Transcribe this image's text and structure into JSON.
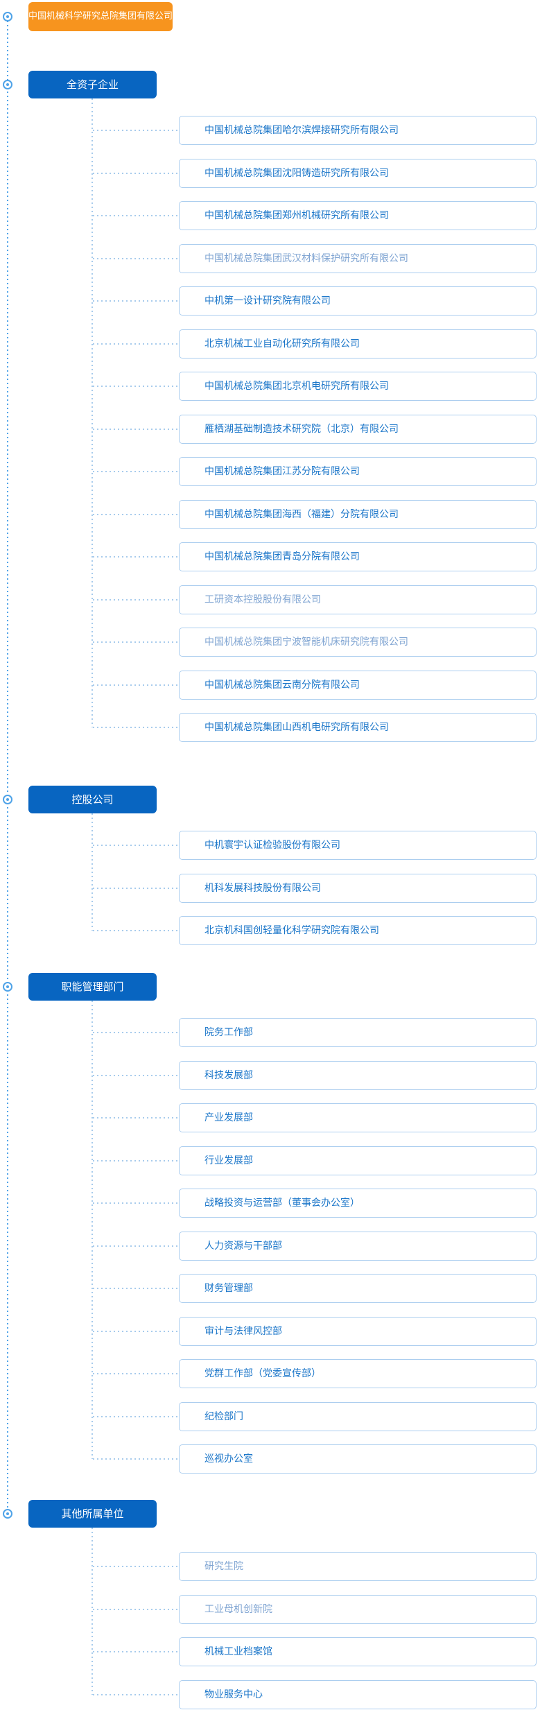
{
  "root": {
    "title": "中国机械科学研究总院集团有限公司"
  },
  "colors": {
    "root_bg": "#F7941E",
    "section_bg": "#0865C1",
    "bullet_line": "#4FA3E8",
    "branch_line": "#A7CBEC",
    "item_border": "#ACCEEF",
    "item_text": "#1B76C9",
    "item_text_muted": "#7FA4D2"
  },
  "sections": [
    {
      "label": "全资子企业",
      "items": [
        {
          "label": "中国机械总院集团哈尔滨焊接研究所有限公司"
        },
        {
          "label": "中国机械总院集团沈阳铸造研究所有限公司"
        },
        {
          "label": "中国机械总院集团郑州机械研究所有限公司"
        },
        {
          "label": "中国机械总院集团武汉材料保护研究所有限公司",
          "muted": true
        },
        {
          "label": "中机第一设计研究院有限公司"
        },
        {
          "label": "北京机械工业自动化研究所有限公司"
        },
        {
          "label": "中国机械总院集团北京机电研究所有限公司"
        },
        {
          "label": "雁栖湖基础制造技术研究院（北京）有限公司"
        },
        {
          "label": "中国机械总院集团江苏分院有限公司"
        },
        {
          "label": "中国机械总院集团海西（福建）分院有限公司"
        },
        {
          "label": "中国机械总院集团青岛分院有限公司"
        },
        {
          "label": "工研资本控股股份有限公司",
          "muted": true
        },
        {
          "label": "中国机械总院集团宁波智能机床研究院有限公司",
          "muted": true
        },
        {
          "label": "中国机械总院集团云南分院有限公司"
        },
        {
          "label": "中国机械总院集团山西机电研究所有限公司"
        }
      ]
    },
    {
      "label": "控股公司",
      "items": [
        {
          "label": "中机寰宇认证检验股份有限公司"
        },
        {
          "label": "机科发展科技股份有限公司"
        },
        {
          "label": "北京机科国创轻量化科学研究院有限公司"
        }
      ]
    },
    {
      "label": "职能管理部门",
      "items": [
        {
          "label": "院务工作部"
        },
        {
          "label": "科技发展部"
        },
        {
          "label": "产业发展部"
        },
        {
          "label": "行业发展部"
        },
        {
          "label": "战略投资与运营部（董事会办公室）"
        },
        {
          "label": "人力资源与干部部"
        },
        {
          "label": "财务管理部"
        },
        {
          "label": "审计与法律风控部"
        },
        {
          "label": "党群工作部（党委宣传部）"
        },
        {
          "label": "纪检部门"
        },
        {
          "label": "巡视办公室"
        }
      ]
    },
    {
      "label": "其他所属单位",
      "items": [
        {
          "label": "研究生院",
          "muted": true
        },
        {
          "label": "工业母机创新院",
          "muted": true
        },
        {
          "label": "机械工业档案馆"
        },
        {
          "label": "物业服务中心"
        }
      ]
    }
  ]
}
